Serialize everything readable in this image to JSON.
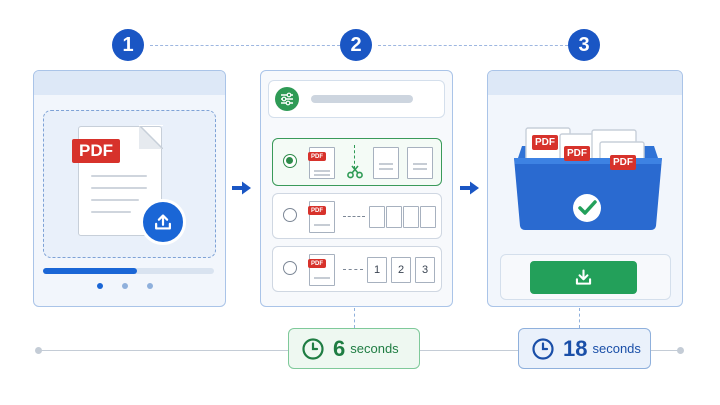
{
  "steps": [
    "1",
    "2",
    "3"
  ],
  "upload": {
    "file_label": "PDF",
    "progress": 0.55,
    "pagination_dots": 3,
    "active_dot": 0
  },
  "split": {
    "options": [
      {
        "selected": true,
        "pages": [
          "",
          ""
        ]
      },
      {
        "selected": false,
        "pages": [
          "",
          "",
          "",
          ""
        ]
      },
      {
        "selected": false,
        "pages": [
          "1",
          "2",
          "3"
        ]
      }
    ],
    "pdf_label": "PDF"
  },
  "result": {
    "files": [
      "PDF",
      "PDF",
      "PDF"
    ],
    "status": "complete"
  },
  "timers": [
    {
      "value": "6",
      "unit": "seconds"
    },
    {
      "value": "18",
      "unit": "seconds"
    }
  ],
  "icons": {
    "upload": "upload-icon",
    "settings": "sliders-icon",
    "cut": "scissors-icon",
    "check": "check-icon",
    "download": "download-icon",
    "clock": "clock-icon",
    "arrow": "arrow-right-icon"
  },
  "colors": {
    "brand_blue": "#1a56c4",
    "success_green": "#23a05a",
    "pdf_red": "#d7322b",
    "panel_border": "#aac4e8"
  }
}
